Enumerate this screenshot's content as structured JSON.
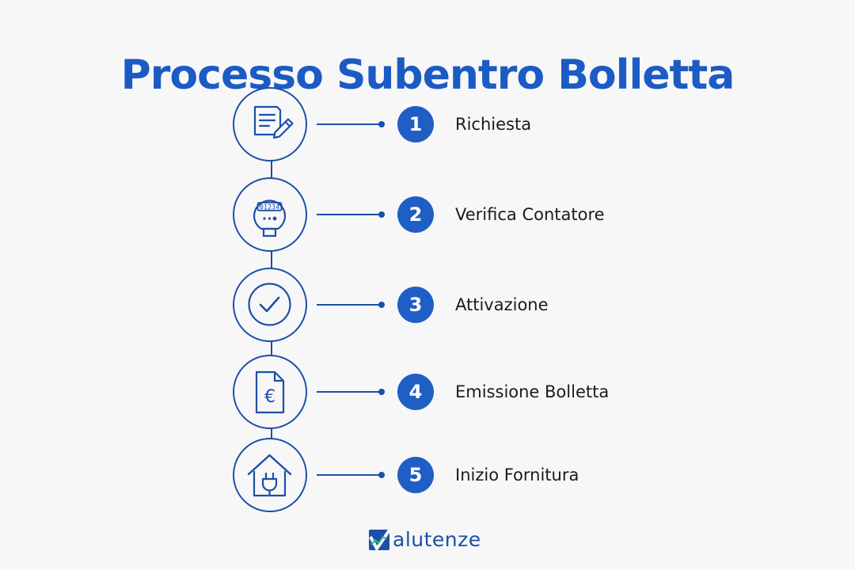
{
  "title": "Processo Subentro Bolletta",
  "colors": {
    "primary": "#1c5bc4",
    "line": "#1c4fa8",
    "badge": "#1f5ec4",
    "text": "#1b1b1b",
    "background": "#f7f7f8"
  },
  "steps": [
    {
      "number": "1",
      "label": "Richiesta",
      "icon": "document-pencil-icon"
    },
    {
      "number": "2",
      "label": "Verifica Contatore",
      "icon": "meter-icon",
      "meter_reading": "01234"
    },
    {
      "number": "3",
      "label": "Attivazione",
      "icon": "checkmark-icon"
    },
    {
      "number": "4",
      "label": "Emissione Bolletta",
      "icon": "euro-document-icon",
      "symbol": "€"
    },
    {
      "number": "5",
      "label": "Inizio Fornitura",
      "icon": "house-plug-icon"
    }
  ],
  "brand": {
    "text": "alutenze",
    "logo": "v-checkmark-logo"
  }
}
